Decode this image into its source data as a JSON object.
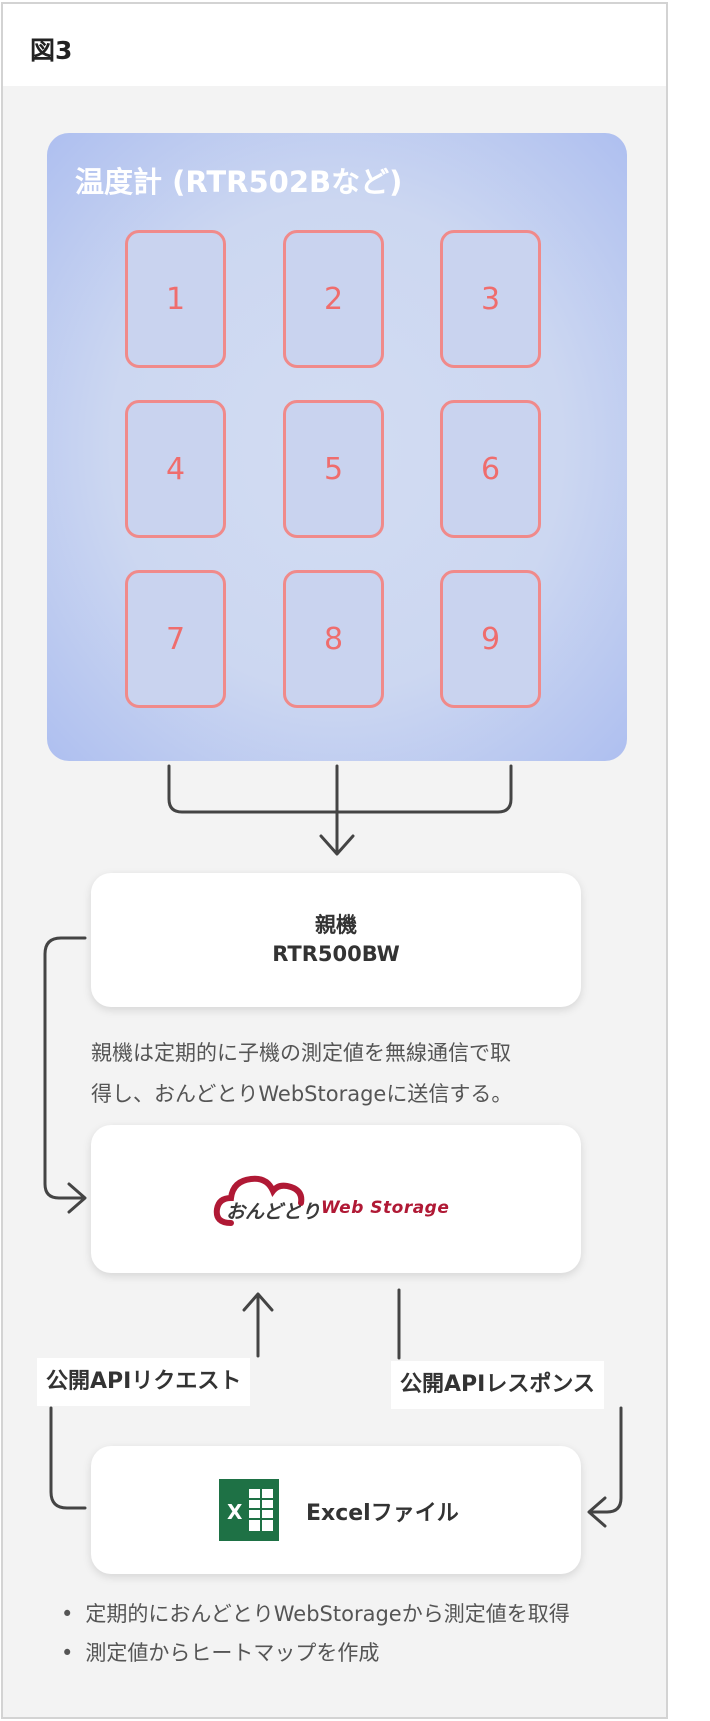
{
  "figure": {
    "title": "図3"
  },
  "sensor_group": {
    "title": "温度計 (RTR502Bなど)",
    "sensors": [
      "1",
      "2",
      "3",
      "4",
      "5",
      "6",
      "7",
      "8",
      "9"
    ]
  },
  "parent_unit": {
    "title": "親機",
    "model": "RTR500BW"
  },
  "description": {
    "line1": "親機は定期的に子機の測定値を無線通信で取",
    "line2": "得し、おんどとりWebStorageに送信する。"
  },
  "web_storage": {
    "brand_jp": "おんどとり",
    "brand_en": "Web Storage"
  },
  "api": {
    "request": "公開APIリクエスト",
    "response": "公開APIレスポンス"
  },
  "excel": {
    "label": "Excelファイル",
    "icon": "excel-icon"
  },
  "notes": [
    "定期的におんどとりWebStorageから測定値を取得",
    "測定値からヒートマップを作成"
  ],
  "colors": {
    "panel": "#c9d3ef",
    "sensor_border": "#f08a8a",
    "sensor_text": "#ef6d6d",
    "brand_red": "#b01935",
    "excel_green": "#1e7145"
  }
}
